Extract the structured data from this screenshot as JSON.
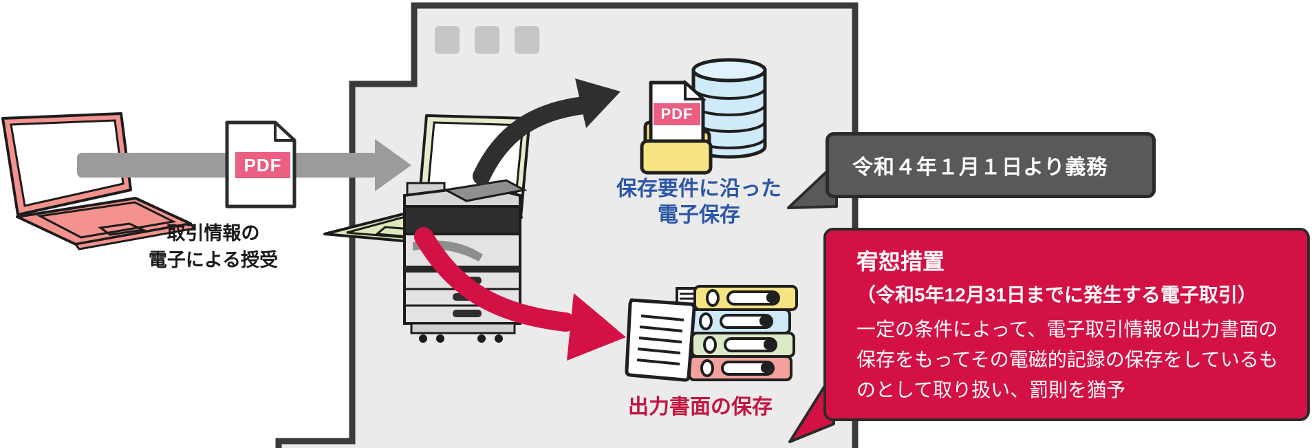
{
  "transfer": {
    "pdf_badge": "PDF",
    "caption_line1": "取引情報の",
    "caption_line2": "電子による授受"
  },
  "electronic_storage": {
    "pdf_badge": "PDF",
    "label_line1": "保存要件に沿った",
    "label_line2": "電子保存",
    "label_color": "#2b56a7"
  },
  "paper_storage": {
    "label": "出力書面の保存",
    "label_color": "#c3143e"
  },
  "mandatory_bubble": {
    "text": "令和４年１月１日より義務",
    "bg_color": "#595959",
    "text_color": "#ffffff"
  },
  "grace_bubble": {
    "title": "宥恕措置",
    "subtitle": "（令和5年12月31日までに発生する電子取引）",
    "body": "一定の条件によって、電子取引情報の出力書面の保存をもってその電磁的記録の保存をしているものとして取り扱い、罰則を猶予",
    "bg_color": "#d31145",
    "text_color": "#ffffff"
  },
  "colors": {
    "building_fill": "#ebebeb",
    "outline_dark": "#3a3a3a",
    "transfer_arrow_gray": "#9b9b9b",
    "pdf_band_pink": "#ea5f82",
    "sender_laptop_pink": "#f4928e",
    "recipient_laptop_green": "#dce9b8",
    "folder_yellow": "#f6e382",
    "database_blue": "#cfeaf8",
    "accent_crimson": "#d31145",
    "binder_yellow": "#f6e382",
    "binder_blue": "#cfe9f7",
    "binder_green": "#dce9c6",
    "binder_pink": "#f2a19c"
  },
  "icons": [
    "sender-laptop-icon",
    "transfer-arrow-icon",
    "pdf-file-icon",
    "office-building",
    "window-icon",
    "recipient-laptop-icon",
    "printer-icon",
    "to-storage-arrow-icon",
    "folder-icon",
    "database-icon",
    "to-paper-arrow-icon",
    "printed-sheet-icon",
    "binder-stack-icon",
    "speech-bubble-tail"
  ]
}
